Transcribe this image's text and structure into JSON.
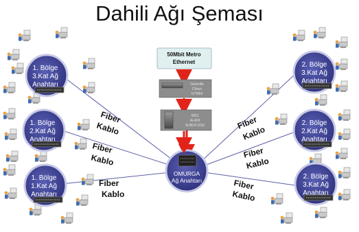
{
  "title": "Dahili Ağı Şeması",
  "metro_box": {
    "label_line1": "50Mbit Metro",
    "label_line2": "Ethernet"
  },
  "security_device": {
    "line1": "Güvenlik",
    "line2": "Cihazı",
    "line3": "UTM54"
  },
  "log_server": {
    "line1": "5651",
    "line2": "ALANI",
    "line3": "SUNUCUSU"
  },
  "core_switch": {
    "line1": "OMURGA",
    "line2": "Ağ Anahtarı"
  },
  "left_switches": [
    {
      "line1": "1. Bölge",
      "line2": "3.Kat Ağ",
      "line3": "Anahtarı"
    },
    {
      "line1": "1. Bölge",
      "line2": "2.Kat Ağ",
      "line3": "Anahtarı"
    },
    {
      "line1": "1. Bölge",
      "line2": "1.Kat Ağ",
      "line3": "Anahtarı"
    }
  ],
  "right_switches": [
    {
      "line1": "2. Bölge",
      "line2": "3.Kat Ağ",
      "line3": "Anahtarı"
    },
    {
      "line1": "2. Bölge",
      "line2": "2.Kat Ağ",
      "line3": "Anahtarı"
    },
    {
      "line1": "2. Bölge",
      "line2": "3.Kat Ağ",
      "line3": "Anahtarı"
    }
  ],
  "cable_labels": {
    "left_top": {
      "line1": "Fiber",
      "line2": "Kablo"
    },
    "left_mid": {
      "line1": "Fiber",
      "line2": "Kablo"
    },
    "left_bot": {
      "line1": "Fiber",
      "line2": "Kablo"
    },
    "right_top": {
      "line1": "Fiber",
      "line2": "Kablo"
    },
    "right_mid": {
      "line1": "Fiber",
      "line2": "Kablo"
    },
    "right_bot": {
      "line1": "Fiber",
      "line2": "Kablo"
    }
  },
  "colors": {
    "node_fill": "#3b3f91",
    "node_border": "#c8c9e6",
    "metro_fill": "#dff0ef",
    "arrow": "#e2231a",
    "link": "#5b5fa6"
  },
  "icons": {
    "workstation": "user-at-computer-icon",
    "switch": "network-switch-icon",
    "server": "server-tower-icon"
  }
}
